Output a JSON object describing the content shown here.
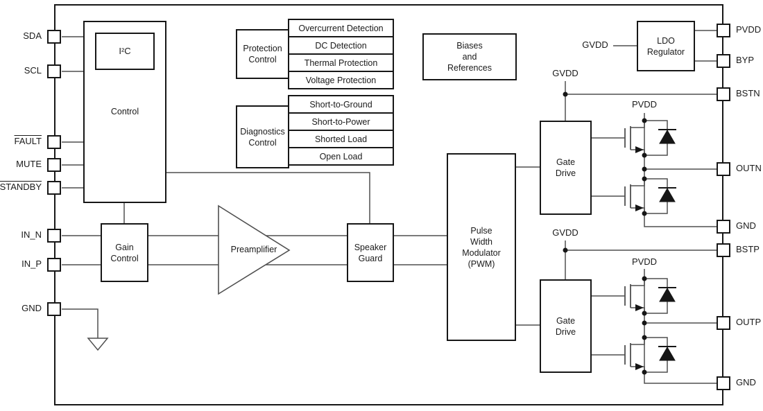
{
  "pins": {
    "left": [
      {
        "label": "SDA",
        "overline": false
      },
      {
        "label": "SCL",
        "overline": false
      },
      {
        "label": "FAULT",
        "overline": true
      },
      {
        "label": "MUTE",
        "overline": false
      },
      {
        "label": "STANDBY",
        "overline": true
      },
      {
        "label": "IN_N",
        "overline": false
      },
      {
        "label": "IN_P",
        "overline": false
      },
      {
        "label": "GND",
        "overline": false
      }
    ],
    "right": [
      {
        "label": "PVDD"
      },
      {
        "label": "BYP"
      },
      {
        "label": "BSTN"
      },
      {
        "label": "OUTN"
      },
      {
        "label": "GND"
      },
      {
        "label": "BSTP"
      },
      {
        "label": "OUTP"
      },
      {
        "label": "GND"
      }
    ]
  },
  "blocks": {
    "control": "Control",
    "i2c": "I²C",
    "gain_control": "Gain\nControl",
    "preamplifier": "Preamplifier",
    "speaker_guard": "Speaker\nGuard",
    "pwm": "Pulse\nWidth\nModulator\n(PWM)",
    "gate_drive": "Gate\nDrive",
    "ldo": "LDO\nRegulator",
    "biases": "Biases\nand\nReferences",
    "protection": "Protection\nControl",
    "diagnostics": "Diagnostics\nControl"
  },
  "protection_items": [
    "Overcurrent Detection",
    "DC Detection",
    "Thermal Protection",
    "Voltage Protection"
  ],
  "diagnostics_items": [
    "Short-to-Ground",
    "Short-to-Power",
    "Shorted Load",
    "Open Load"
  ],
  "net_labels": {
    "gvdd": "GVDD",
    "pvdd": "PVDD"
  },
  "colors": {
    "wire": "#4f4f4f",
    "border": "#161616",
    "background": "#ffffff",
    "text": "#1a1a1a"
  }
}
